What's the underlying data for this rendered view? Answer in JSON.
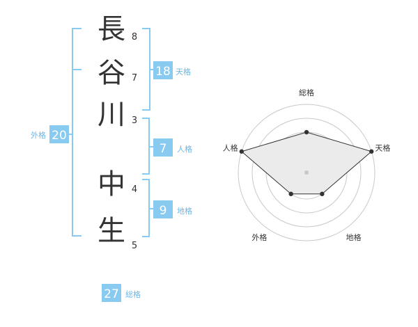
{
  "name_characters": [
    {
      "char": "長",
      "strokes": "8"
    },
    {
      "char": "谷",
      "strokes": "7"
    },
    {
      "char": "川",
      "strokes": "3"
    },
    {
      "char": "中",
      "strokes": "4"
    },
    {
      "char": "生",
      "strokes": "5"
    }
  ],
  "fortune_boxes": {
    "tenkaku": {
      "value": "18",
      "label": "天格"
    },
    "jinkaku": {
      "value": "7",
      "label": "人格"
    },
    "chikaku": {
      "value": "9",
      "label": "地格"
    },
    "gaikaku": {
      "value": "20",
      "label": "外格"
    },
    "soukaku": {
      "value": "27",
      "label": "総格"
    }
  },
  "radar": {
    "axes": [
      "総格",
      "天格",
      "地格",
      "外格",
      "人格"
    ],
    "levels": 4,
    "values": [
      2,
      4,
      1,
      1,
      4
    ],
    "max": 5
  },
  "colors": {
    "accent": "#88caf0",
    "accent_text": "#6ab7e8",
    "text": "#333333",
    "grid": "#c8c8c8",
    "radar_fill": "#ebebeb",
    "radar_line": "#333333"
  }
}
